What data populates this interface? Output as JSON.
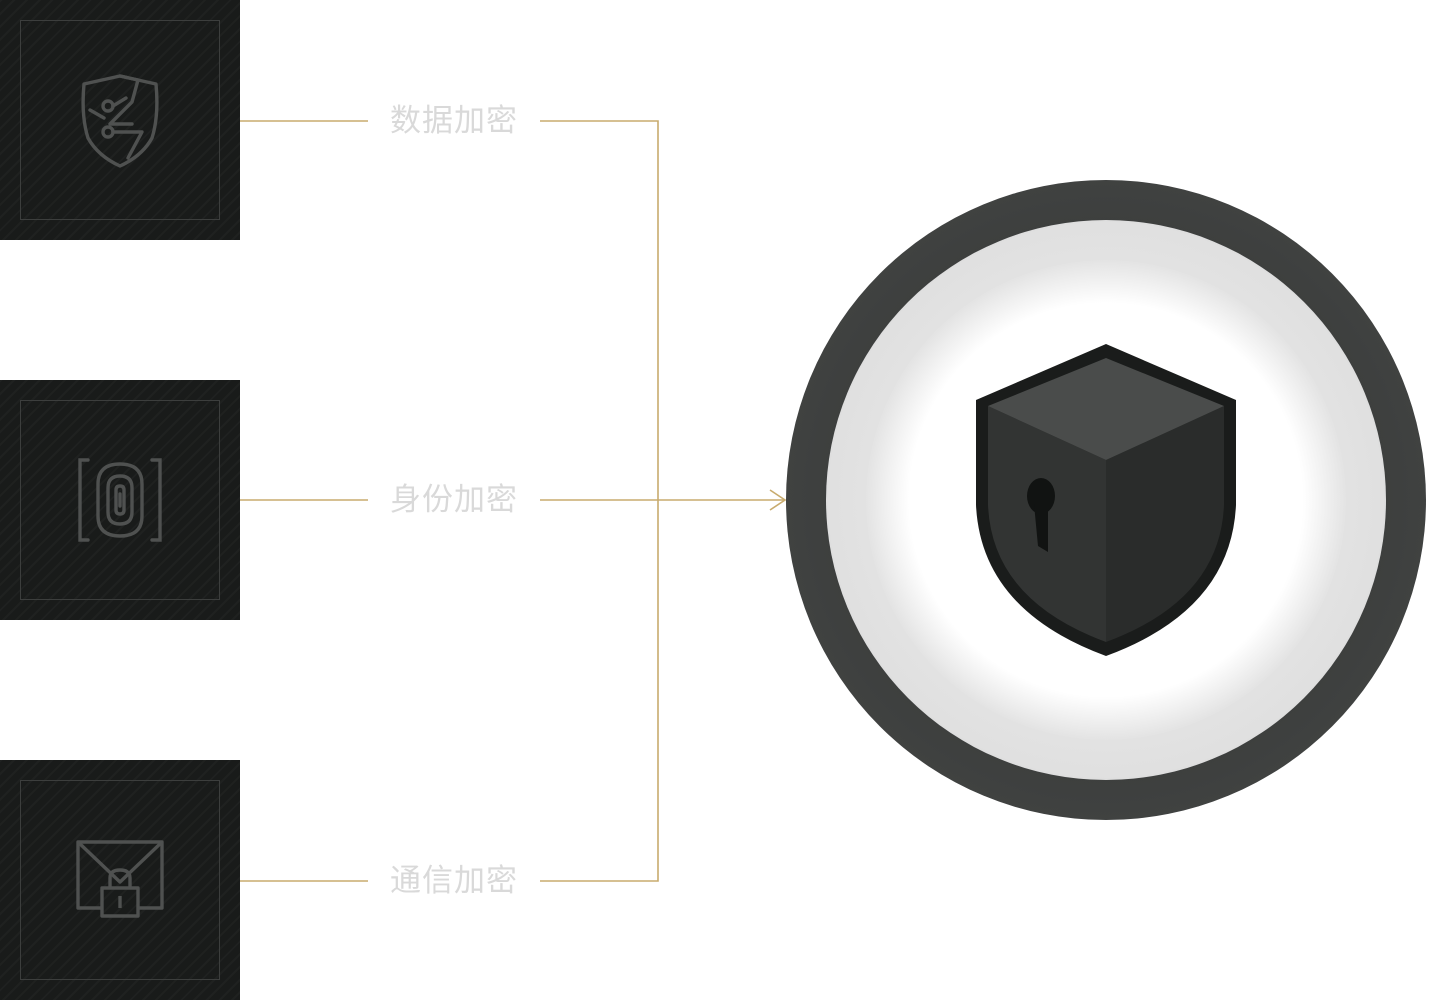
{
  "diagram": {
    "inputs": [
      {
        "label": "数据加密",
        "icon": "shield-circuit-icon"
      },
      {
        "label": "身份加密",
        "icon": "fingerprint-icon"
      },
      {
        "label": "通信加密",
        "icon": "envelope-lock-icon"
      }
    ],
    "target": {
      "icon": "security-shield-keyhole-icon"
    }
  },
  "colors": {
    "tile_background": "#191b1a",
    "tile_icon": "#4f5150",
    "connector": "#c8ab6e",
    "label_text": "#d9d9d9",
    "shield_dark": "#1a1c1b"
  }
}
